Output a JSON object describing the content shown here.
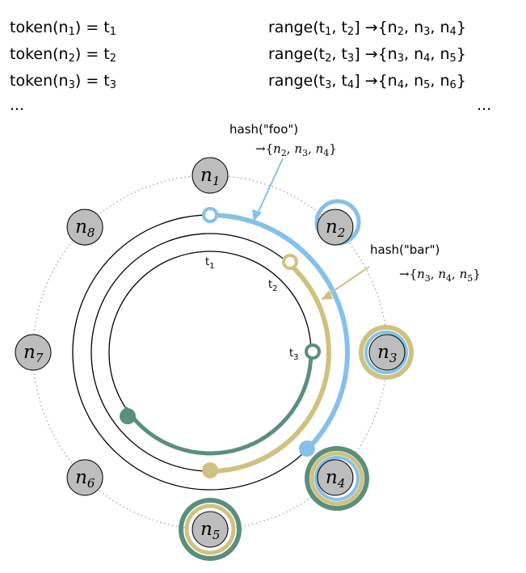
{
  "equations": {
    "tokens": [
      {
        "fn": "token(n",
        "sub1": "1",
        "mid": ") = t",
        "sub2": "1"
      },
      {
        "fn": "token(n",
        "sub1": "2",
        "mid": ") = t",
        "sub2": "2"
      },
      {
        "fn": "token(n",
        "sub1": "3",
        "mid": ") = t",
        "sub2": "3"
      }
    ],
    "ranges": [
      {
        "t_a": "1",
        "t_b": "2",
        "nodes": [
          "2",
          "3",
          "4"
        ]
      },
      {
        "t_a": "2",
        "t_b": "3",
        "nodes": [
          "3",
          "4",
          "5"
        ]
      },
      {
        "t_a": "3",
        "t_b": "4",
        "nodes": [
          "4",
          "5",
          "6"
        ]
      }
    ],
    "ellipsis": "..."
  },
  "ring_nodes": [
    {
      "letter": "n",
      "sub": "1"
    },
    {
      "letter": "n",
      "sub": "2"
    },
    {
      "letter": "n",
      "sub": "3"
    },
    {
      "letter": "n",
      "sub": "4"
    },
    {
      "letter": "n",
      "sub": "5"
    },
    {
      "letter": "n",
      "sub": "6"
    },
    {
      "letter": "n",
      "sub": "7"
    },
    {
      "letter": "n",
      "sub": "8"
    }
  ],
  "tokens_on_circles": [
    {
      "t": "t",
      "sub": "1"
    },
    {
      "t": "t",
      "sub": "2"
    },
    {
      "t": "t",
      "sub": "3"
    }
  ],
  "annotations": {
    "foo": {
      "text": "hash(\"foo\")",
      "set": [
        "n2",
        "n3",
        "n4"
      ]
    },
    "bar": {
      "text": "hash(\"bar\")",
      "set": [
        "n3",
        "n4",
        "n5"
      ]
    }
  },
  "colors": {
    "foo": "#85c1e9",
    "bar": "#cfc280",
    "t3": "#5a8f7b",
    "node_fill": "#bdbdbd"
  }
}
